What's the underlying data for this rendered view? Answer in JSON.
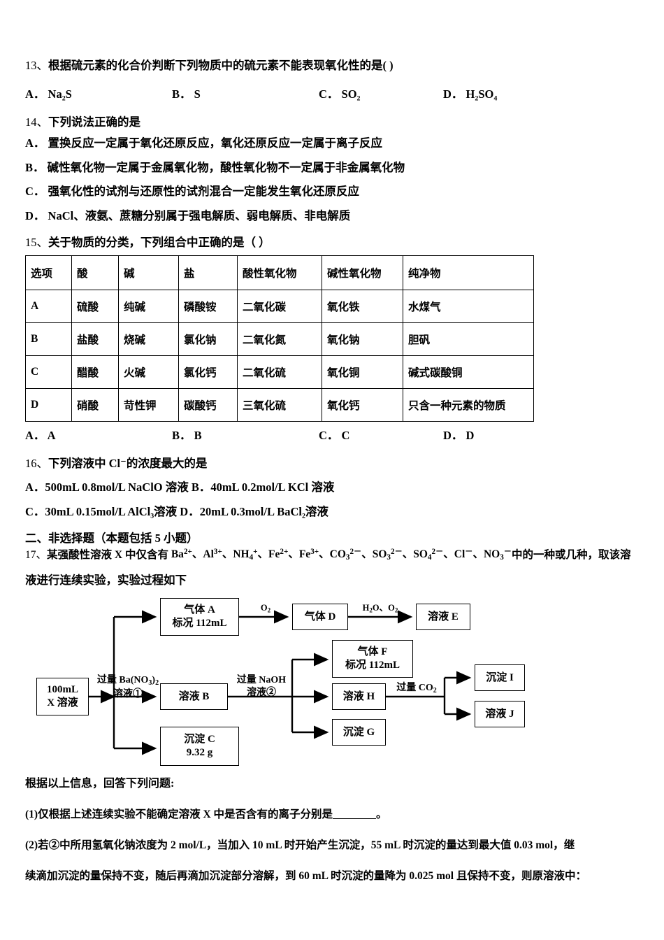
{
  "document": {
    "type": "chemistry-exam-paper",
    "questions": [
      {
        "id": "q13",
        "number": "13、",
        "stem": "根据硫元素的化合价判断下列物质中的硫元素不能表现氧化性的是(        )",
        "options": [
          {
            "label": "A．",
            "text": "Na₂S"
          },
          {
            "label": "B．",
            "text": "S"
          },
          {
            "label": "C．",
            "text": "SO₂"
          },
          {
            "label": "D．",
            "text": "H₂SO₄"
          }
        ]
      },
      {
        "id": "q14",
        "number": "14、",
        "stem": "下列说法正确的是",
        "options": [
          {
            "label": "A．",
            "text": "置换反应一定属于氧化还原反应，氧化还原反应一定属于离子反应"
          },
          {
            "label": "B．",
            "text": "碱性氧化物一定属于金属氧化物，酸性氧化物不一定属于非金属氧化物"
          },
          {
            "label": "C．",
            "text": "强氧化性的试剂与还原性的试剂混合一定能发生氧化还原反应"
          },
          {
            "label": "D．",
            "text": "NaCl、液氨、蔗糖分别属于强电解质、弱电解质、非电解质"
          }
        ]
      },
      {
        "id": "q15",
        "number": "15、",
        "stem": "关于物质的分类，下列组合中正确的是（   ）",
        "table": {
          "headers": [
            "选项",
            "酸",
            "碱",
            "盐",
            "酸性氧化物",
            "碱性氧化物",
            "纯净物"
          ],
          "rows": [
            [
              "A",
              "硫酸",
              "纯碱",
              "磷酸铵",
              "二氧化碳",
              "氧化铁",
              "水煤气"
            ],
            [
              "B",
              "盐酸",
              "烧碱",
              "氯化钠",
              "二氧化氮",
              "氧化钠",
              "胆矾"
            ],
            [
              "C",
              "醋酸",
              "火碱",
              "氯化钙",
              "二氧化硫",
              "氧化铜",
              "碱式碳酸铜"
            ],
            [
              "D",
              "硝酸",
              "苛性钾",
              "碳酸钙",
              "三氧化硫",
              "氧化钙",
              "只含一种元素的物质"
            ]
          ]
        },
        "options": [
          {
            "label": "A．",
            "text": "A"
          },
          {
            "label": "B．",
            "text": "B"
          },
          {
            "label": "C．",
            "text": "C"
          },
          {
            "label": "D．",
            "text": "D"
          }
        ]
      },
      {
        "id": "q16",
        "number": "16、",
        "stem": "下列溶液中 Cl⁻的浓度最大的是",
        "option_lines": [
          "A．500mL 0.8mol/L NaClO 溶液    B．40mL 0.2mol/L KCl 溶液",
          "C．30mL 0.15mol/L AlCl₃溶液    D．20mL 0.3mol/L BaCl₂溶液"
        ]
      }
    ],
    "section2": {
      "heading": "二、非选择题（本题包括 5 小题）",
      "q17": {
        "number": "17、",
        "stem_line1_prefix": "某强酸性溶液 X 中仅含有 ",
        "ions": [
          "Ba²⁺",
          "Al³⁺",
          "NH₄⁺",
          "Fe²⁺",
          "Fe³⁺",
          "CO₃²⁻",
          "SO₃²⁻",
          "SO₄²⁻",
          "Cl⁻",
          "NO₃⁻"
        ],
        "stem_line1_suffix": "中的一种或几种，取该溶",
        "stem_line2": "液进行连续实验，实验过程如下",
        "prompt": "根据以上信息，回答下列问题:",
        "sub1": "(1)仅根据上述连续实验不能确定溶液 X 中是否含有的离子分别是",
        "sub1_tail": "。",
        "sub2_line1": "(2)若②中所用氢氧化钠浓度为 2 mol/L，当加入 10 mL 时开始产生沉淀，55 mL 时沉淀的量达到最大值 0.03 mol，继",
        "sub2_line2": "续滴加沉淀的量保持不变，随后再滴加沉淀部分溶解，到 60 mL 时沉淀的量降为 0.025 mol 且保持不变，则原溶液中："
      }
    },
    "flowchart": {
      "boxes": {
        "x_solution": {
          "line1": "100mL",
          "line2": "X 溶液"
        },
        "gas_a": {
          "line1": "气体 A",
          "line2": "标况 112mL"
        },
        "gas_d": {
          "line1": "气体 D"
        },
        "solution_e": {
          "line1": "溶液 E"
        },
        "solution_b": {
          "line1": "溶液 B"
        },
        "precipitate_c": {
          "line1": "沉淀 C",
          "line2": "9.32 g"
        },
        "gas_f": {
          "line1": "气体 F",
          "line2": "标况 112mL"
        },
        "solution_h": {
          "line1": "溶液 H"
        },
        "precipitate_g": {
          "line1": "沉淀 G"
        },
        "precipitate_i": {
          "line1": "沉淀 I"
        },
        "solution_j": {
          "line1": "溶液 J"
        }
      },
      "arrow_labels": {
        "reagent1_line1": "过量 Ba(NO₃)₂",
        "reagent1_line2": "溶液①",
        "reagent2_line1": "过量 NaOH",
        "reagent2_line2": "溶液②",
        "o2": "O₂",
        "h2o_o2": "H₂O、O₂",
        "excess_co2": "过量 CO₂"
      }
    }
  }
}
